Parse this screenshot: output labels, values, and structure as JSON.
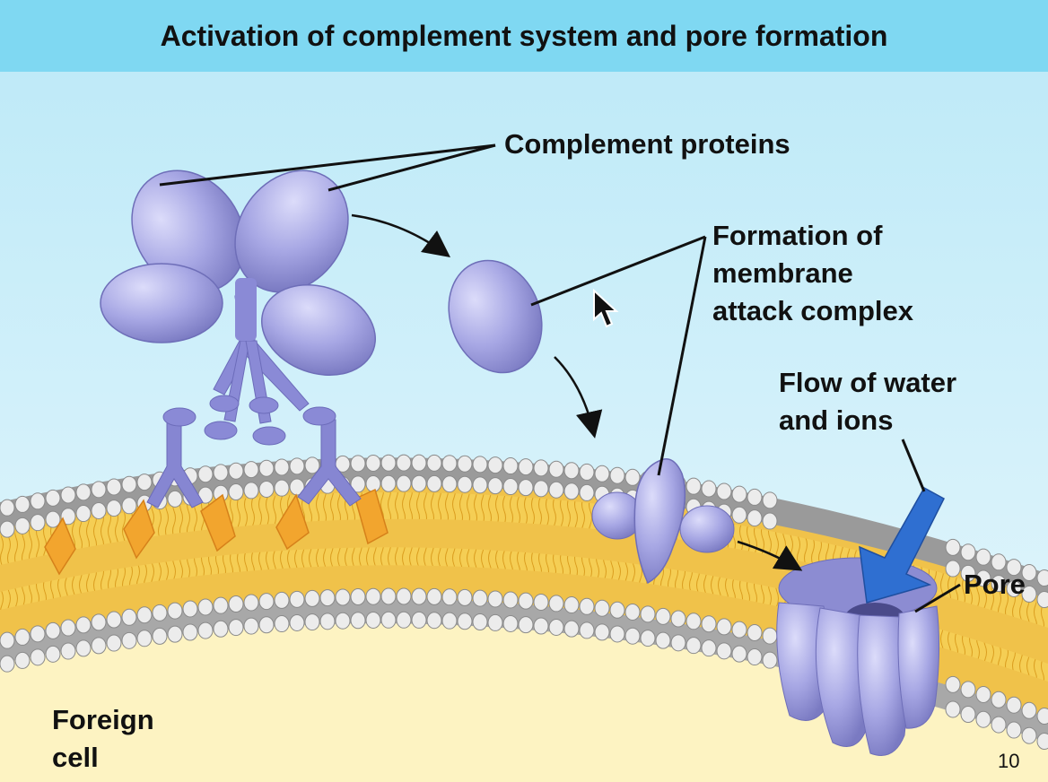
{
  "title": "Activation of complement system and pore formation",
  "labels": {
    "complement_proteins": "Complement proteins",
    "mac": [
      "Formation of",
      "membrane",
      "attack complex"
    ],
    "flow": [
      "Flow of water",
      "and ions"
    ],
    "pore": "Pore",
    "foreign_cell": [
      "Foreign",
      "cell"
    ]
  },
  "slide_number": "10",
  "icons": [
    "mouse-pointer-icon",
    "blue-flow-arrow-icon"
  ],
  "colors": {
    "title_bar": "#7fd8f2",
    "background": "#d6f2fb",
    "protein": "#a9a9e6",
    "protein_dark": "#7f7fc8",
    "antibody": "#8e8ed6",
    "antigen": "#f2a52e",
    "lipid_head": "#e8e8e8",
    "lipid_tail": "#f3c641",
    "cytoplasm": "#fdf3c2",
    "flow_arrow": "#2f6fd1"
  }
}
